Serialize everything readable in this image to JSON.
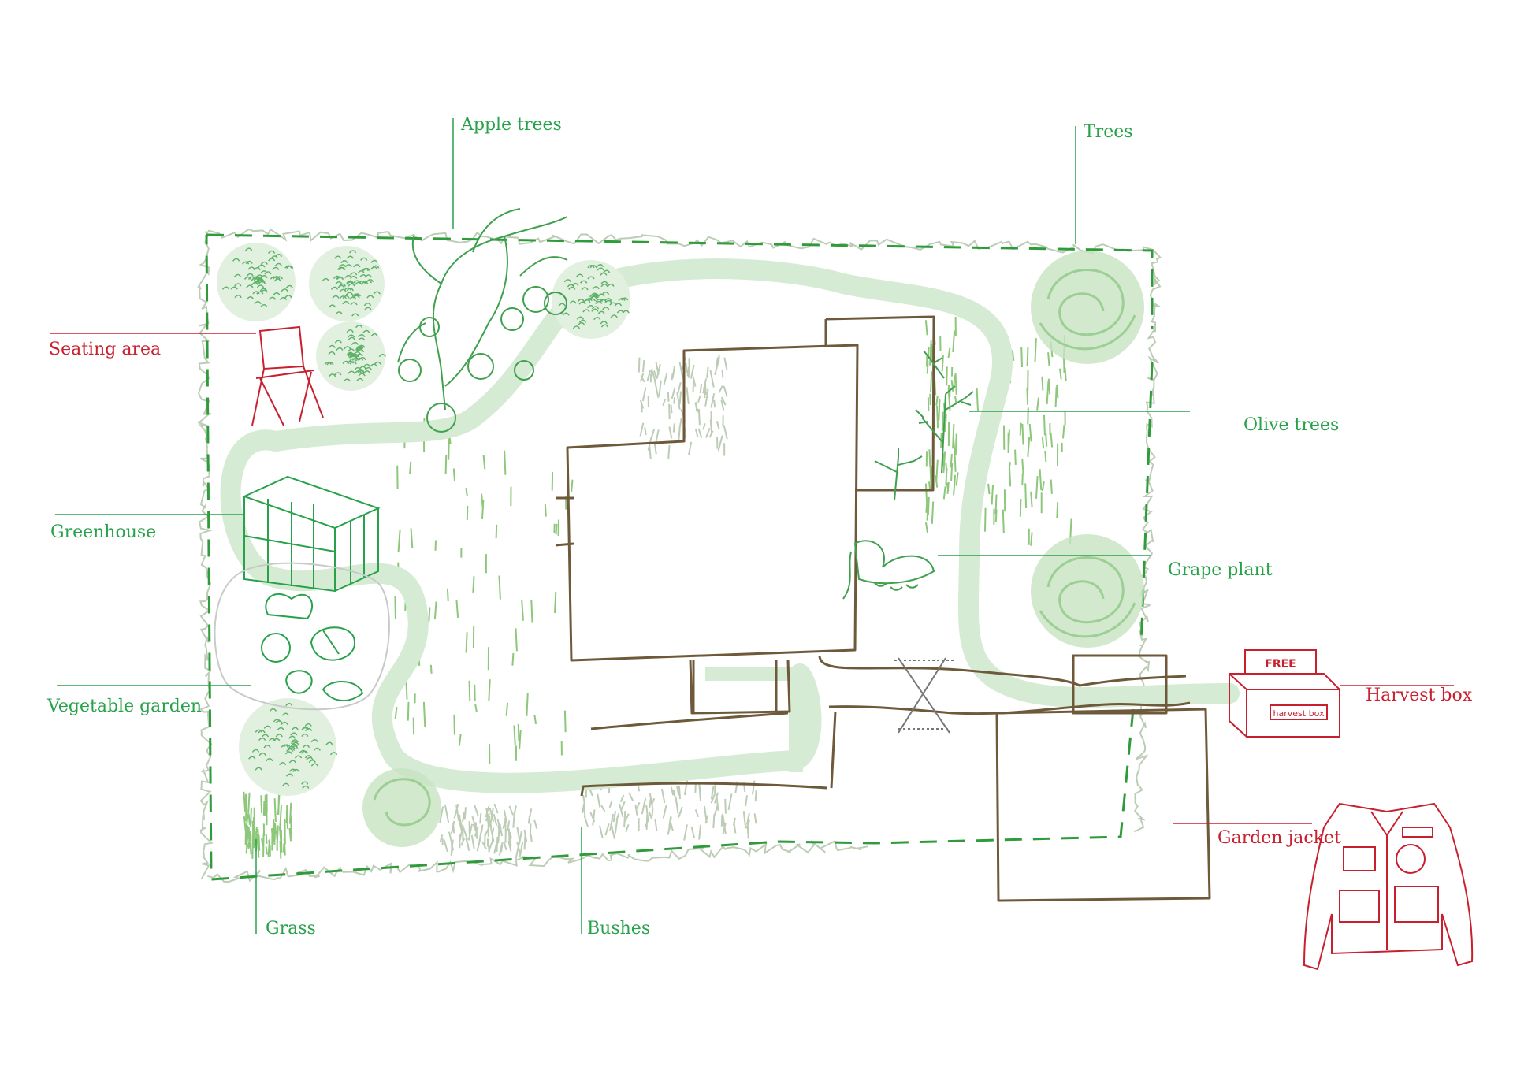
{
  "colors": {
    "green_label": "#27a24a",
    "red_label": "#c8202e",
    "path": "#bfe0c0",
    "hedge": "#b5c7ae",
    "house": "#6e5a3b",
    "boundary": "#2f9b3a",
    "plant_line": "#3fa04e",
    "tree_fill": "#c7e3c2"
  },
  "labels": {
    "apple_trees": "Apple trees",
    "trees": "Trees",
    "seating_area": "Seating area",
    "olive_trees": "Olive trees",
    "greenhouse": "Greenhouse",
    "grape_plant": "Grape plant",
    "vegetable_garden": "Vegetable garden",
    "harvest_box": "Harvest box",
    "garden_jacket": "Garden jacket",
    "grass": "Grass",
    "bushes": "Bushes"
  },
  "harvest_box": {
    "sign_text": "FREE",
    "box_label": "harvest box"
  },
  "icons": {
    "seating": "folding-chair-icon",
    "greenhouse": "greenhouse-icon",
    "vegetables": "vegetables-icon",
    "apple_tree": "apple-tree-icon",
    "olive_tree": "olive-tree-icon",
    "grape": "grape-plant-icon",
    "tree": "tree-icon",
    "bush": "bush-icon",
    "harvest_box": "harvest-box-icon",
    "jacket": "garden-jacket-icon"
  }
}
